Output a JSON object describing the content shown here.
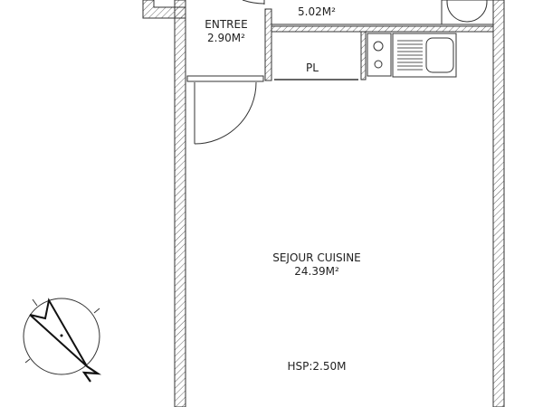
{
  "plan": {
    "rooms": [
      {
        "id": "entree",
        "name": "ENTREE",
        "area": "2.90M²"
      },
      {
        "id": "top-room",
        "name": "",
        "area": "5.02M²"
      },
      {
        "id": "placard",
        "name": "PL",
        "area": ""
      },
      {
        "id": "sejour-cuisine",
        "name": "SEJOUR CUISINE",
        "area": "24.39M²"
      }
    ],
    "ceiling_height": "HSP:2.50M",
    "compass": {
      "label": "N"
    },
    "colors": {
      "wall_line": "#333333",
      "hatch": "#666666",
      "background": "#ffffff"
    }
  }
}
